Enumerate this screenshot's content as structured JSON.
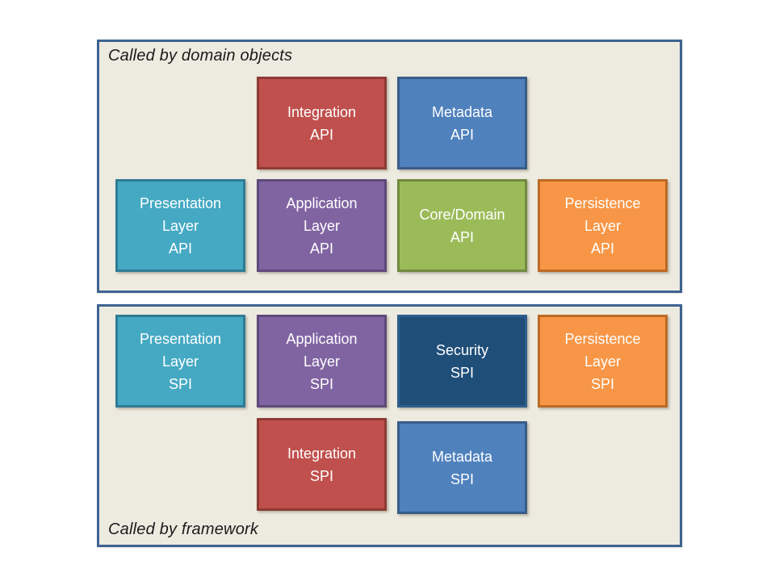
{
  "palette": {
    "container_fill": "#EDEBE0",
    "container_border": "#3E6391",
    "red_fill": "#C0504D",
    "red_border": "#8E3A34",
    "blue_fill": "#4F81BD",
    "blue_border": "#385D8A",
    "teal_fill": "#45A9C3",
    "teal_border": "#2E7C94",
    "purple_fill": "#8064A2",
    "purple_border": "#5F497A",
    "green_fill": "#9BBB59",
    "green_border": "#71893F",
    "orange_fill": "#F79646",
    "orange_border": "#BC6A25",
    "navy_fill": "#1F4E79",
    "navy_border": "#2D5E8D",
    "box_text": "#FFFFFF",
    "label_text": "#1A1A1A"
  },
  "api_group": {
    "label": "Called by domain objects",
    "boxes": {
      "integration_api": "Integration\nAPI",
      "metadata_api": "Metadata\nAPI",
      "presentation_layer_api": "Presentation\nLayer\nAPI",
      "application_layer_api": "Application\nLayer\nAPI",
      "core_domain_api": "Core/Domain\nAPI",
      "persistence_layer_api": "Persistence\nLayer\nAPI"
    }
  },
  "spi_group": {
    "label": "Called by framework",
    "boxes": {
      "presentation_layer_spi": "Presentation\nLayer\nSPI",
      "application_layer_spi": "Application\nLayer\nSPI",
      "security_spi": "Security\nSPI",
      "persistence_layer_spi": "Persistence\nLayer\nSPI",
      "integration_spi": "Integration\nSPI",
      "metadata_spi": "Metadata\nSPI"
    }
  }
}
